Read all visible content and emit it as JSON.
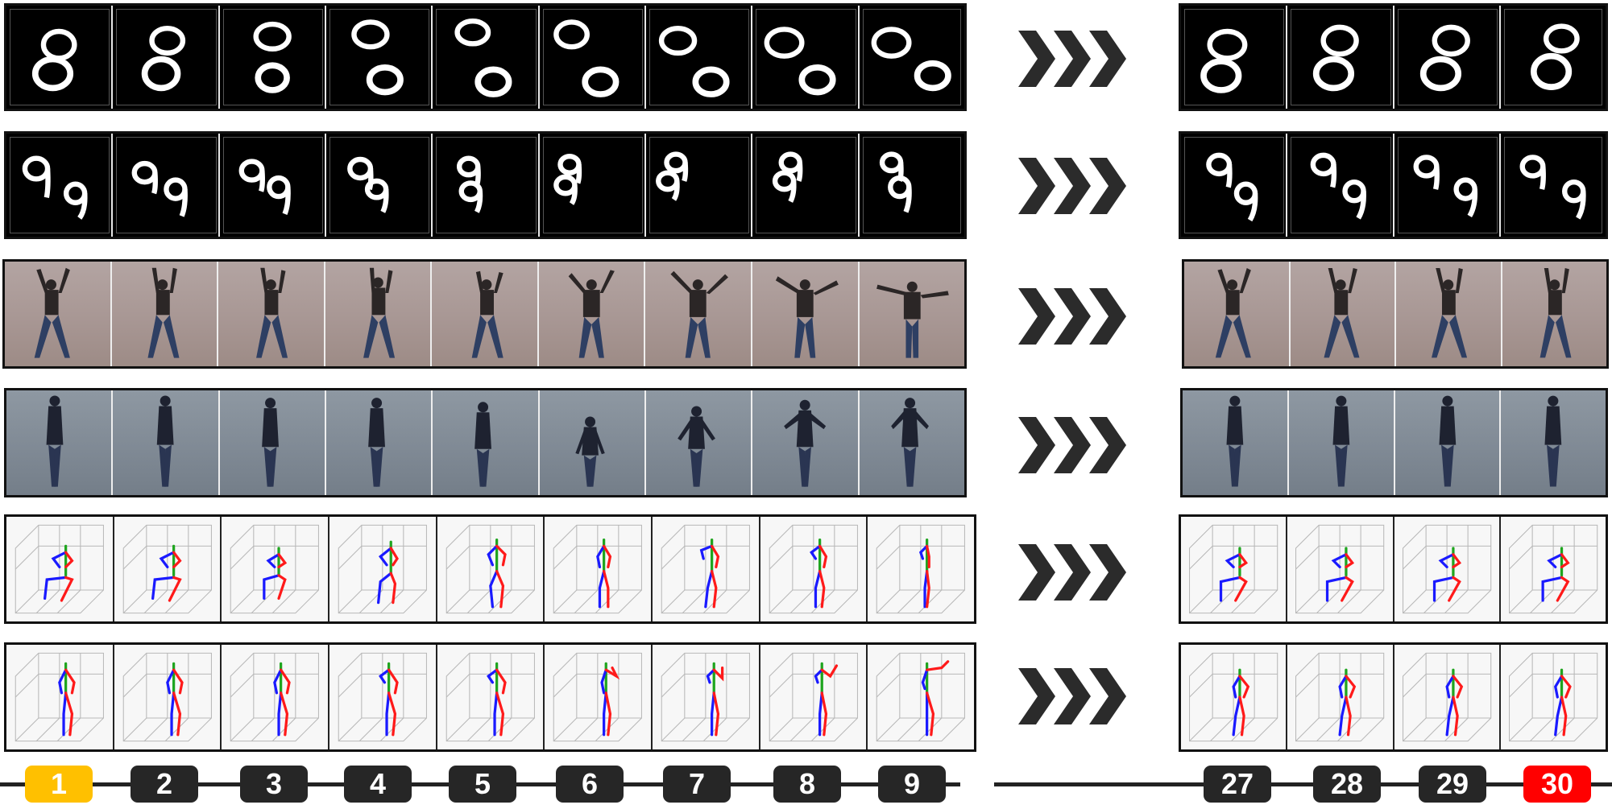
{
  "timeline": {
    "frames": [
      {
        "label": "1",
        "color": "#ffc000"
      },
      {
        "label": "2",
        "color": "#262626"
      },
      {
        "label": "3",
        "color": "#262626"
      },
      {
        "label": "4",
        "color": "#262626"
      },
      {
        "label": "5",
        "color": "#262626"
      },
      {
        "label": "6",
        "color": "#262626"
      },
      {
        "label": "7",
        "color": "#262626"
      },
      {
        "label": "8",
        "color": "#262626"
      },
      {
        "label": "9",
        "color": "#262626"
      },
      {
        "label": "27",
        "color": "#262626"
      },
      {
        "label": "28",
        "color": "#262626"
      },
      {
        "label": "29",
        "color": "#262626"
      },
      {
        "label": "30",
        "color": "#ff0000"
      }
    ]
  },
  "rows": [
    {
      "kind": "mnist-digit-8"
    },
    {
      "kind": "mnist-digit-99"
    },
    {
      "kind": "kth-person-arms-up"
    },
    {
      "kind": "kth-person-standing"
    },
    {
      "kind": "human36m-skeleton-sitting"
    },
    {
      "kind": "human36m-skeleton-standing"
    }
  ],
  "arrow_icon": "triple-chevron-right-icon",
  "colors": {
    "skeleton_left": "#1a1aff",
    "skeleton_right": "#ff1a1a",
    "skeleton_spine": "#1fa51f"
  }
}
